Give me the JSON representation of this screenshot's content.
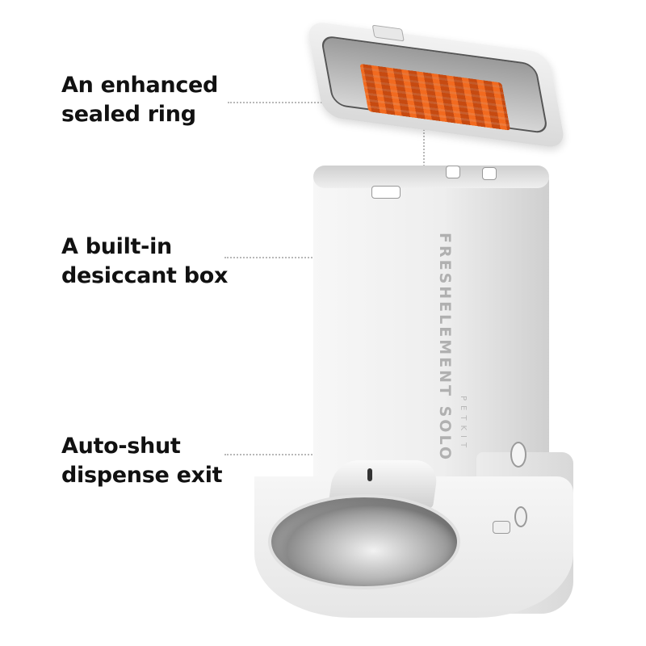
{
  "callouts": [
    {
      "line1": "An enhanced",
      "line2": "sealed ring"
    },
    {
      "line1": "A built-in",
      "line2": "desiccant box"
    },
    {
      "line1": "Auto-shut",
      "line2": "dispense exit"
    }
  ],
  "product": {
    "name": "FRESHELEMENT  SOLO",
    "brand": "PETKIT"
  },
  "colors": {
    "desiccant": "#f26a1f",
    "text": "#111111",
    "leader_line": "#b8b8b8"
  }
}
